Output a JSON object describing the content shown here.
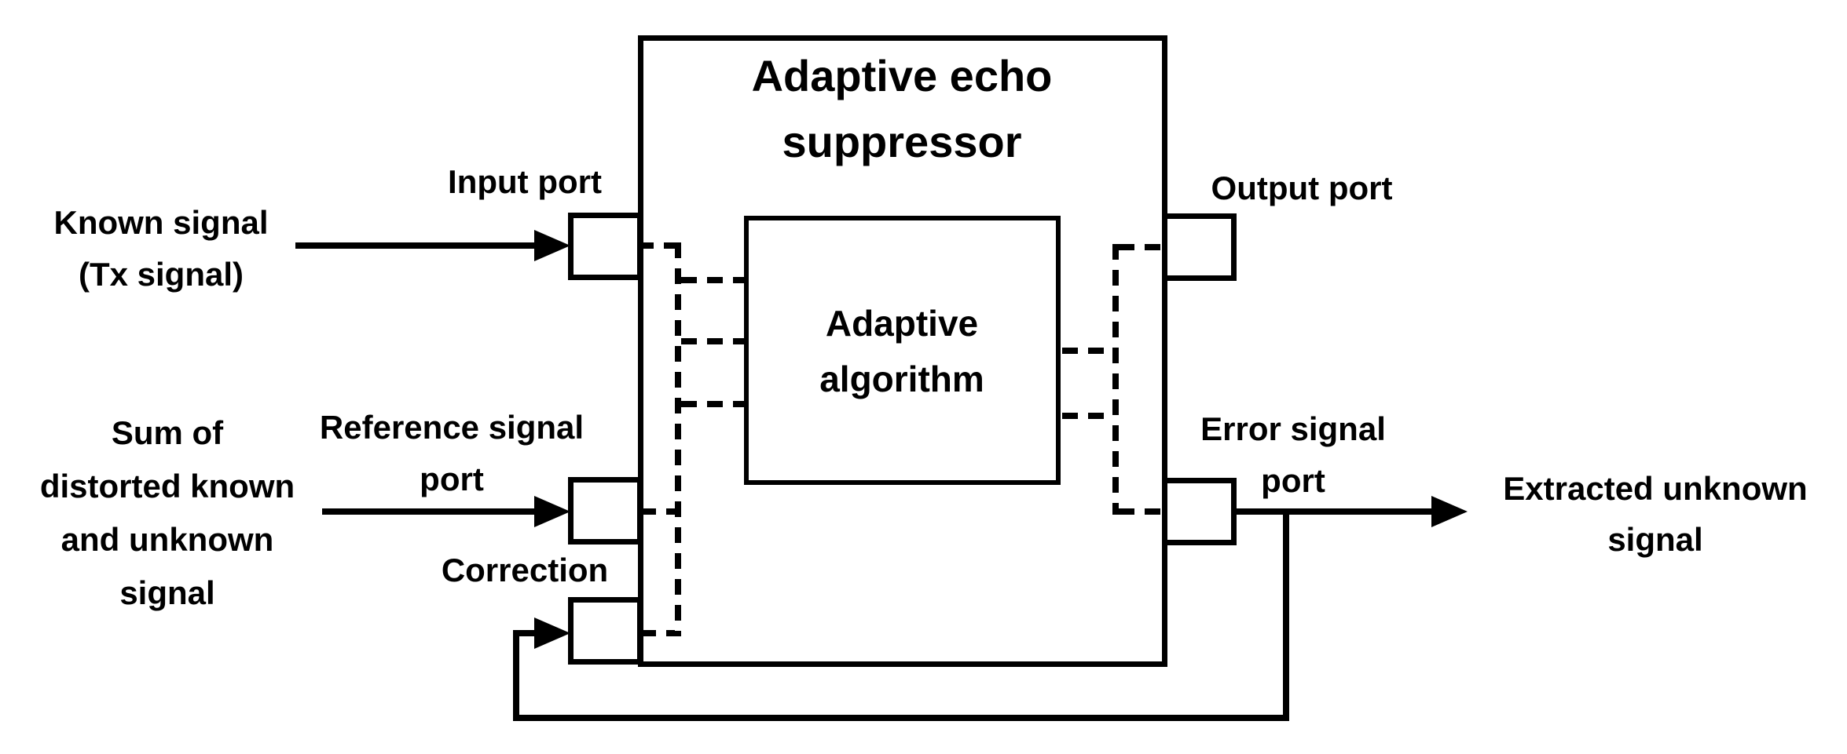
{
  "diagram": {
    "background_color": "#ffffff",
    "line_color": "#000000",
    "main_block": {
      "title_line1": "Adaptive echo",
      "title_line2": "suppressor"
    },
    "inner_block": {
      "label_line1": "Adaptive",
      "label_line2": "algorithm"
    },
    "ports": {
      "input": {
        "label": "Input port"
      },
      "reference": {
        "label_line1": "Reference signal",
        "label_line2": "port"
      },
      "correction": {
        "label": "Correction"
      },
      "output": {
        "label": "Output port"
      },
      "error": {
        "label_line1": "Error signal",
        "label_line2": "port"
      }
    },
    "signals": {
      "known": {
        "line1": "Known signal",
        "line2": "(Tx signal)"
      },
      "sum": {
        "line1": "Sum of",
        "line2": "distorted known",
        "line3": "and unknown",
        "line4": "signal"
      },
      "extracted": {
        "line1": "Extracted unknown",
        "line2": "signal"
      }
    }
  }
}
